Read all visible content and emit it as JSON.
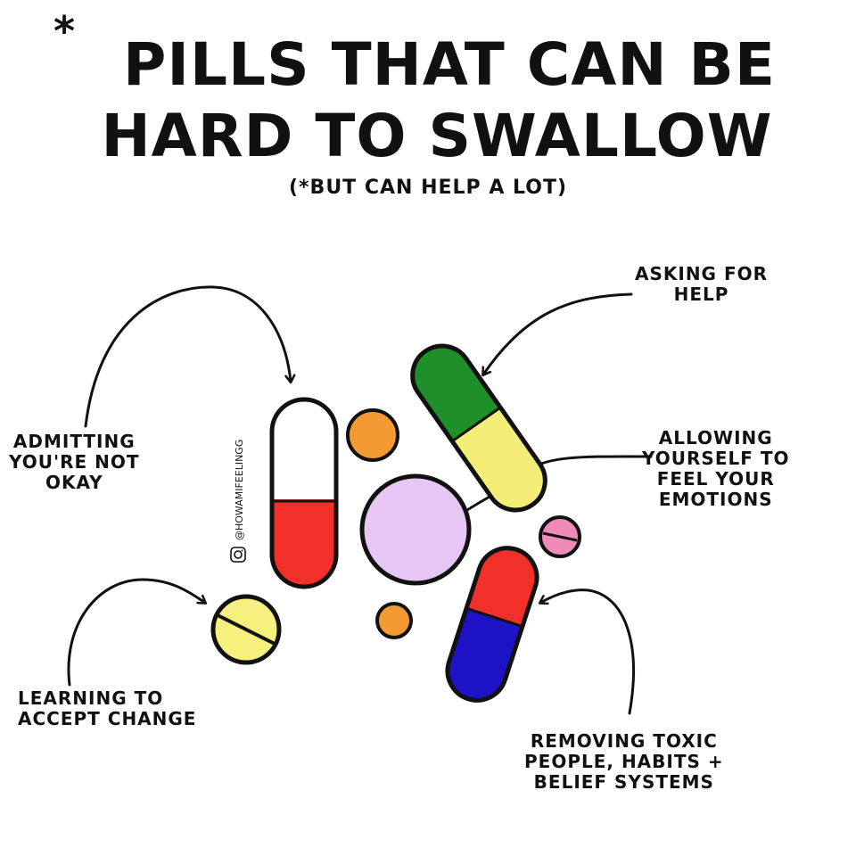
{
  "title": {
    "asterisk": "*",
    "line1": "PILLS THAT CAN BE",
    "line2": "HARD TO SWALLOW",
    "subtitle": "(*BUT CAN HELP A LOT)"
  },
  "labels": {
    "admitting": "ADMITTING\nYOU'RE NOT\nOKAY",
    "asking": "ASKING FOR\nHELP",
    "allowing": "ALLOWING\nYOURSELF TO\nFEEL YOUR\nEMOTIONS",
    "learning": "LEARNING TO\nACCEPT CHANGE",
    "removing": "REMOVING TOXIC\nPEOPLE, HABITS +\nBELIEF SYSTEMS"
  },
  "watermark": "@HOWAMIFEELINGG",
  "colors": {
    "outline": "#111111",
    "white_half": "#ffffff",
    "red": "#f2302a",
    "green": "#1f8f2a",
    "yellow": "#f3ee78",
    "blue": "#1d12c4",
    "orange": "#f39a32",
    "lavender": "#e6c6f2",
    "pink": "#f08ab8",
    "pale_yellow": "#f6f07e"
  },
  "icons": [
    "instagram-icon"
  ]
}
